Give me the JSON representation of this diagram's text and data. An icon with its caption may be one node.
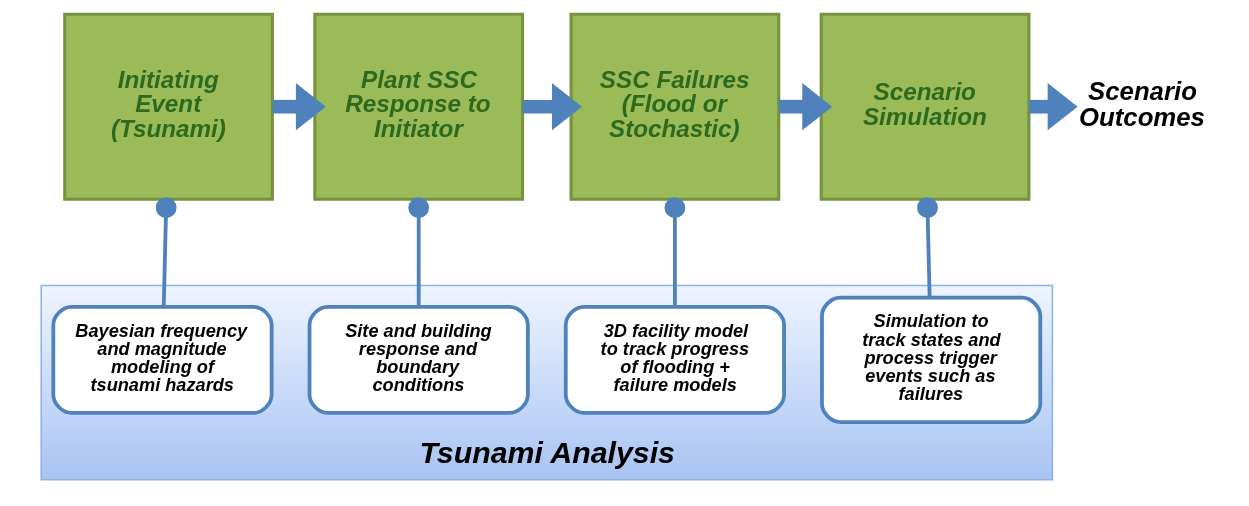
{
  "diagram": {
    "nodes": [
      {
        "text": [
          "Initiating Event (Tsunami)"
        ]
      },
      {
        "text": [
          "Plant SSC Response to Initiator"
        ]
      },
      {
        "text": [
          "SSC Failures (Flood or Stochastic)"
        ]
      },
      {
        "text": [
          "Scenario Simulation"
        ]
      },
      {
        "text": [
          "Scenario Outcomes"
        ]
      },
      {
        "text": [
          "Tsunami Analysis"
        ]
      },
      {
        "text": [
          "Bayesian frequency and magnitude modeling of tsunami hazards"
        ],
        "in": 5
      },
      {
        "text": [
          "Site and building response and boundary conditions"
        ],
        "in": 5
      },
      {
        "text": [
          "3D facility model to track progress of flooding + failure models"
        ],
        "in": 5
      },
      {
        "text": [
          "Simulation to track states and process trigger events such as failures"
        ],
        "in": 5
      }
    ],
    "edges": [
      {
        "from": 0,
        "to": 1,
        "arrow": "to",
        "style": "thick"
      },
      {
        "from": 1,
        "to": 2,
        "arrow": "to",
        "style": "thick"
      },
      {
        "from": 2,
        "to": 3,
        "arrow": "to",
        "style": "thick"
      },
      {
        "from": 3,
        "to": 4,
        "arrow": "to",
        "style": "thick"
      },
      {
        "from": 0,
        "to": 6,
        "arrow": "other"
      },
      {
        "from": 1,
        "to": 7,
        "arrow": "other"
      },
      {
        "from": 2,
        "to": 8,
        "arrow": "other"
      },
      {
        "from": 3,
        "to": 9,
        "arrow": "other"
      }
    ]
  }
}
